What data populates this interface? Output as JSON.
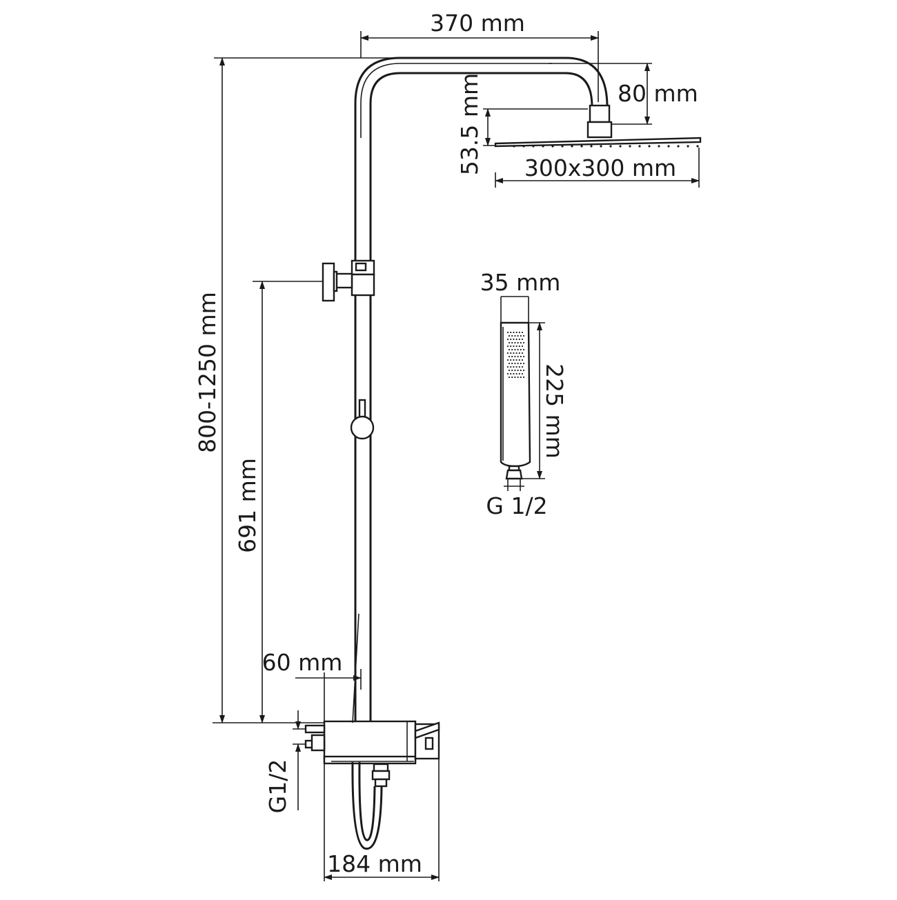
{
  "dimensions": {
    "top_width": "370 mm",
    "arm_drop": "80 mm",
    "head_height": "53.5 mm",
    "head_size": "300x300 mm",
    "total_height": "800-1250 mm",
    "holder_height": "691 mm",
    "hand_width": "35 mm",
    "hand_length": "225 mm",
    "hand_thread": "G 1/2",
    "offset": "60 mm",
    "inlet_thread": "G1/2",
    "mixer_width": "184 mm"
  }
}
